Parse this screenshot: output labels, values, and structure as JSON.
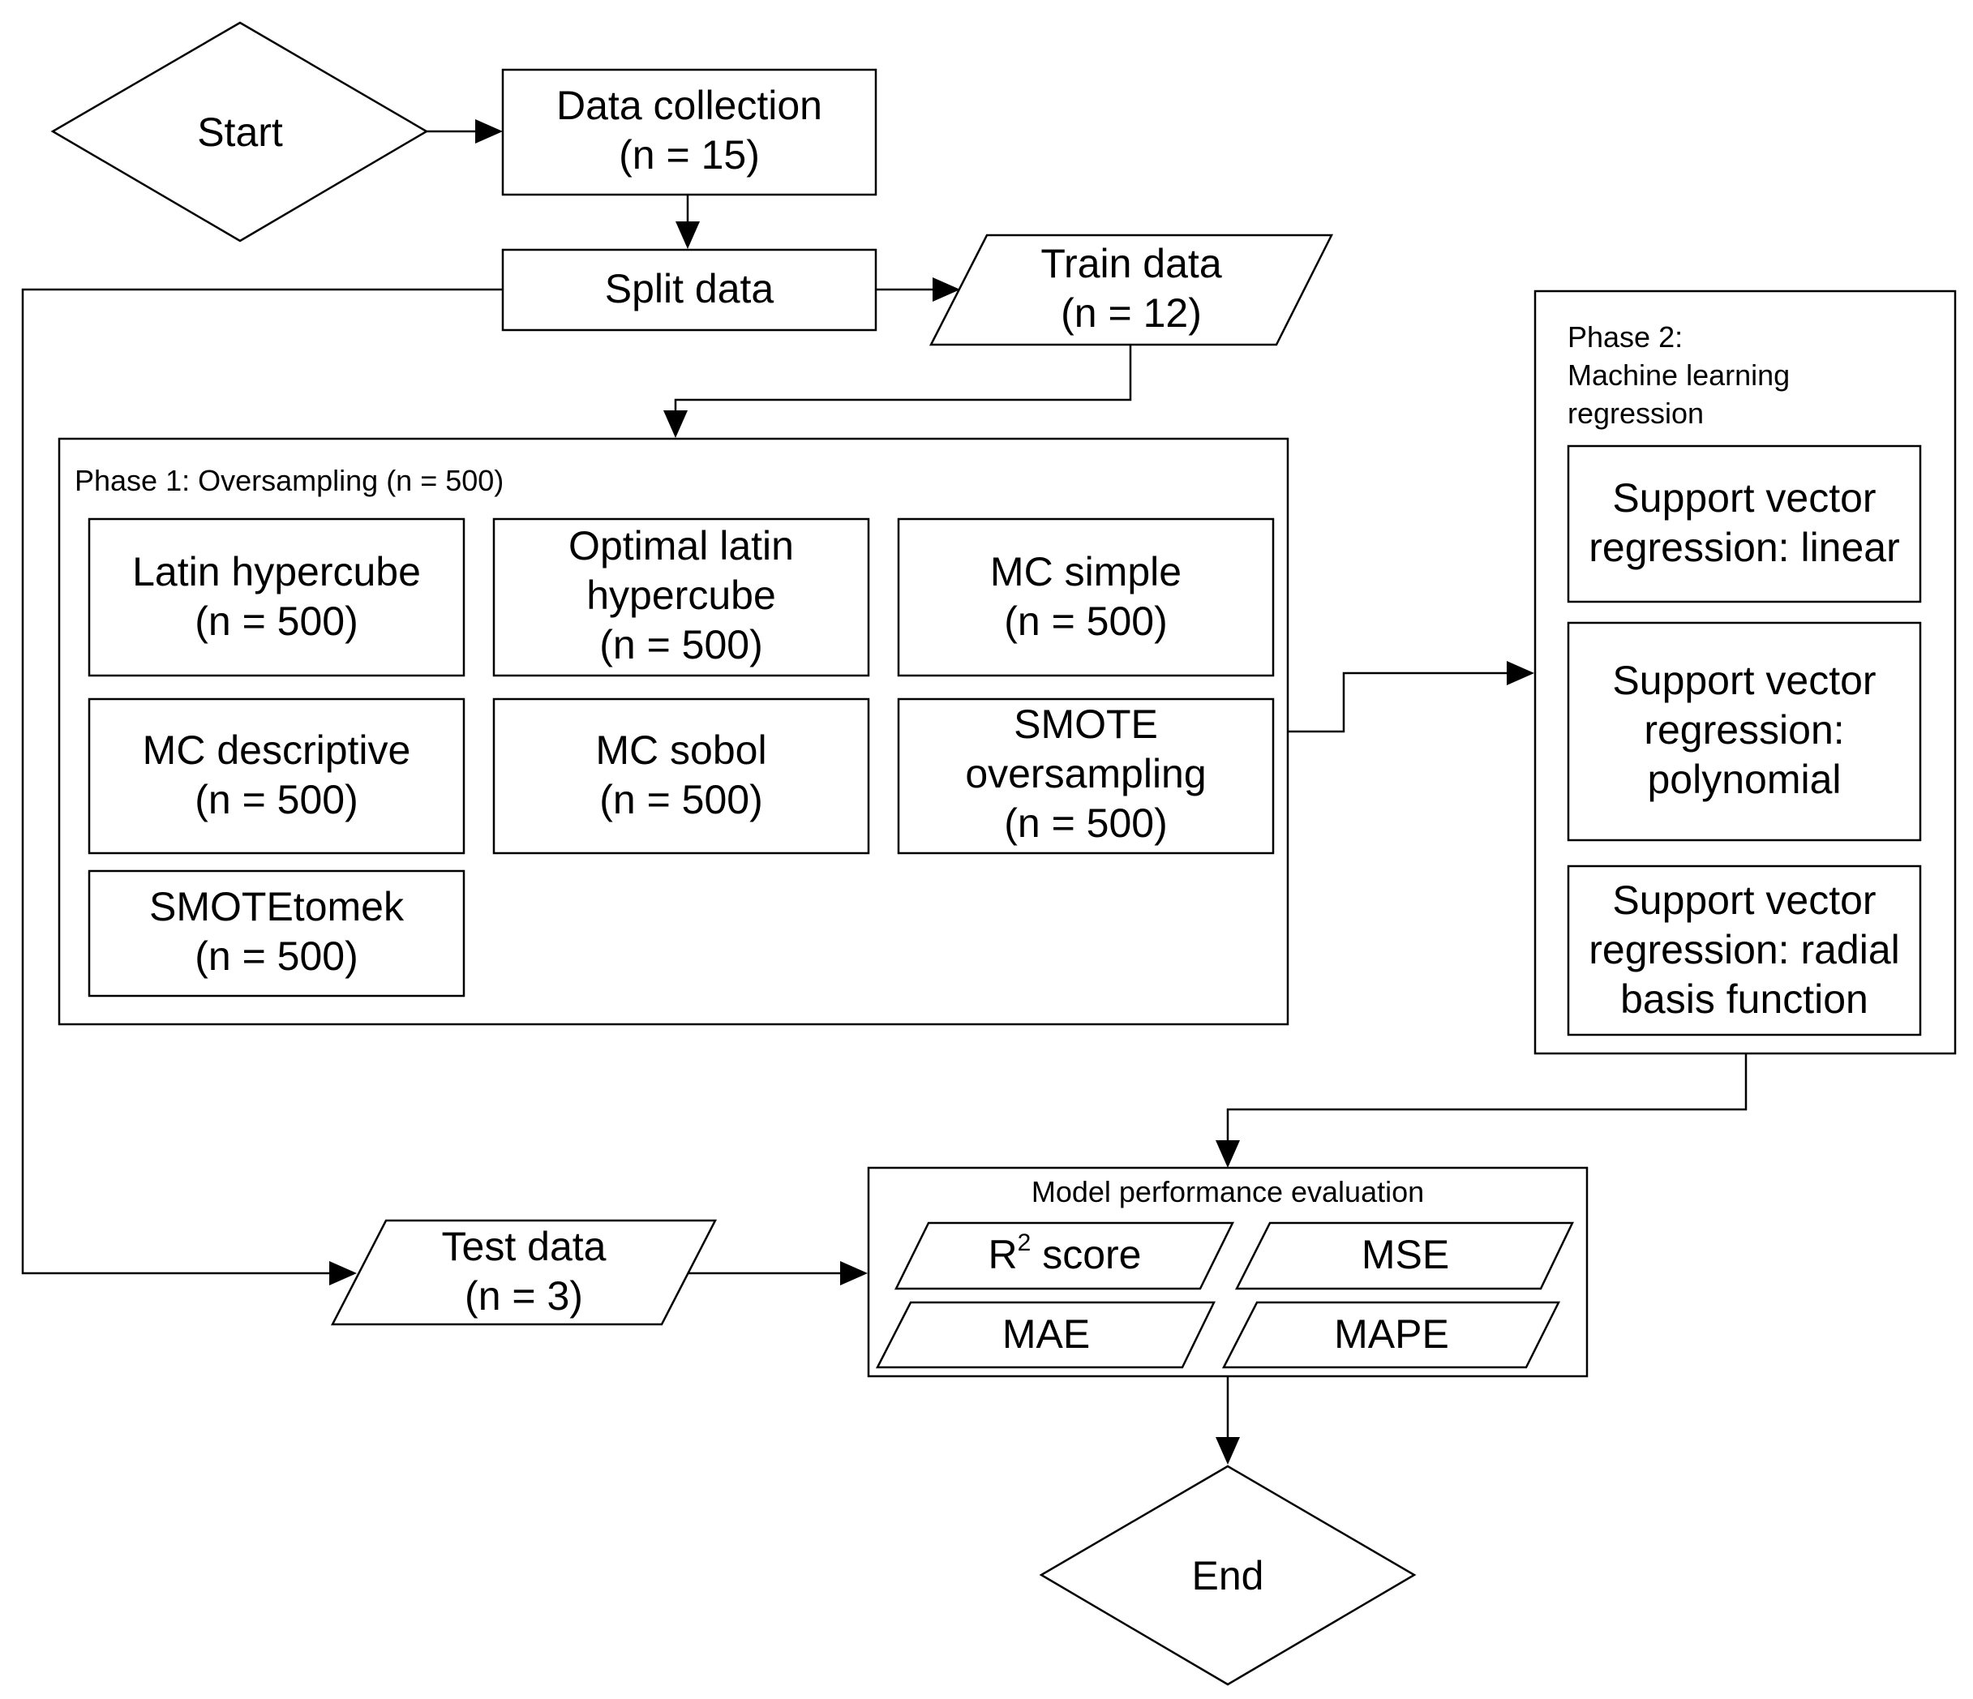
{
  "nodes": {
    "start": "Start",
    "data_collection": [
      "Data collection",
      "(n = 15)"
    ],
    "split_data": "Split data",
    "train_data": [
      "Train data",
      "(n = 12)"
    ],
    "test_data": [
      "Test data",
      "(n = 3)"
    ],
    "end": "End"
  },
  "phase1": {
    "title": "Phase 1: Oversampling (n = 500)",
    "methods": [
      [
        "Latin hypercube",
        "(n = 500)"
      ],
      [
        "Optimal latin",
        "hypercube",
        "(n = 500)"
      ],
      [
        "MC simple",
        "(n = 500)"
      ],
      [
        "MC descriptive",
        "(n = 500)"
      ],
      [
        "MC sobol",
        "(n = 500)"
      ],
      [
        "SMOTE",
        "oversampling",
        "(n = 500)"
      ],
      [
        "SMOTEtomek",
        "(n = 500)"
      ]
    ]
  },
  "phase2": {
    "title": [
      "Phase 2:",
      "Machine learning",
      "regression"
    ],
    "models": [
      [
        "Support vector",
        "regression: linear"
      ],
      [
        "Support vector",
        "regression:",
        "polynomial"
      ],
      [
        "Support vector",
        "regression: radial",
        "basis function"
      ]
    ]
  },
  "evaluation": {
    "title": "Model performance evaluation",
    "metrics": {
      "r2": {
        "base": "R",
        "sup": "2",
        "rest": " score"
      },
      "mse": "MSE",
      "mae": "MAE",
      "mape": "MAPE"
    }
  }
}
